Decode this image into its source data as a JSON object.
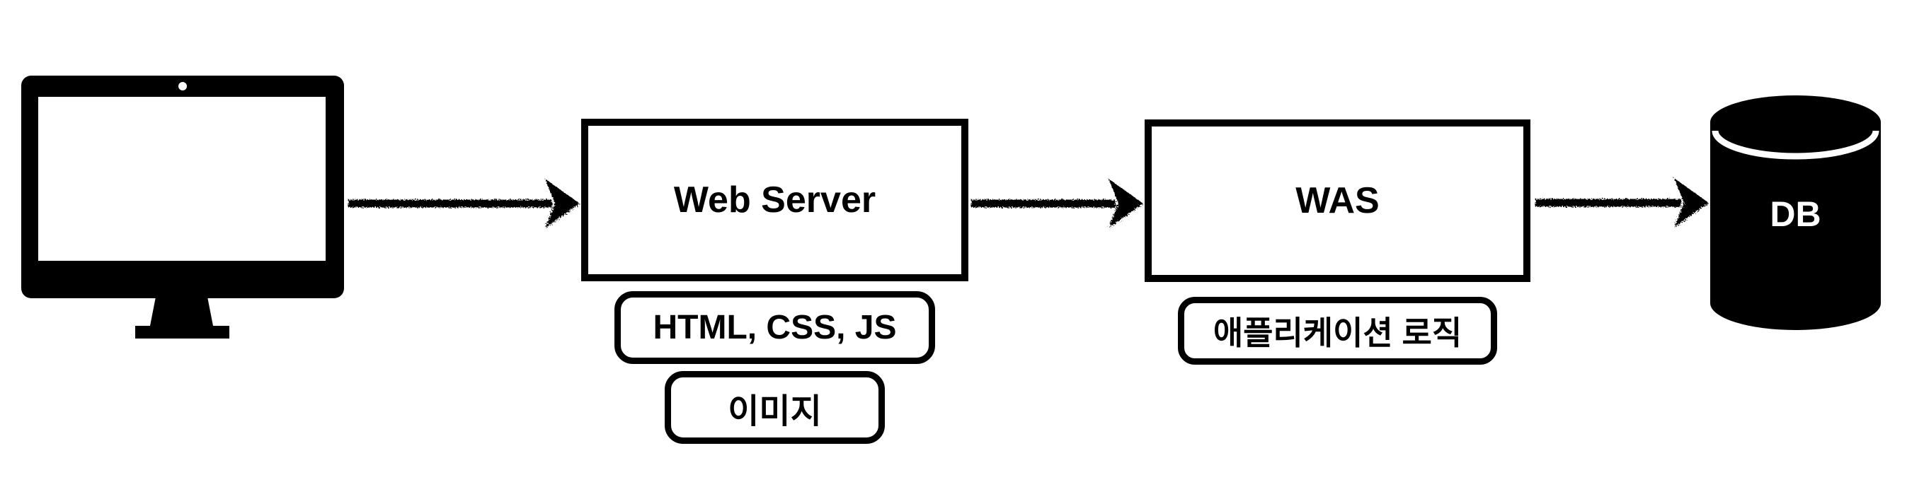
{
  "colors": {
    "ink": "#000000",
    "background": "#ffffff",
    "db_text": "#ffffff"
  },
  "nodes": {
    "web_server": {
      "label": "Web Server",
      "assets": [
        "HTML, CSS, JS",
        "이미지"
      ]
    },
    "was": {
      "label": "WAS",
      "assets": [
        "애플리케이션 로직"
      ]
    },
    "db": {
      "label": "DB"
    }
  },
  "icons": {
    "client": "desktop-monitor-icon",
    "database": "database-cylinder-icon",
    "connector": "sketchy-arrow-icon"
  }
}
